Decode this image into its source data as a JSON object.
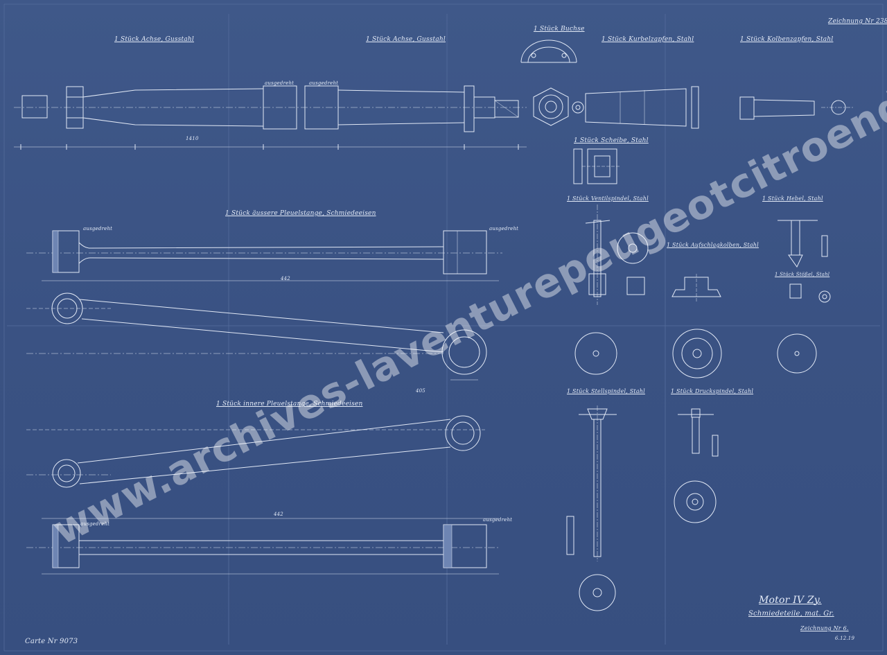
{
  "sheet": {
    "sheet_number": "Zeichnung Nr 238",
    "archive_number": "Carte Nr 9073",
    "title_line1": "Motor IV Zy.",
    "title_line2": "Schmiedeteile, mat. Gr.",
    "title_line3": "Zeichnung Nr 6.",
    "date": "6.12.19"
  },
  "parts": {
    "axle_a": "1 Stück Achse, Gusstahl",
    "axle_b": "1 Stück Achse, Gusstahl",
    "bush": "1 Stück Buchse",
    "crank_pin": "1 Stück Kurbelzapfen, Stahl",
    "piston_pin": "1 Stück Kolbenzapfen, Stahl",
    "washer": "1 Stück Scheibe, Stahl",
    "outer_rod": "1 Stück äussere Pleuelstange, Schmiedeeisen",
    "inner_rod": "1 Stück innere Pleuelstange, Schmiedeeisen",
    "valve_spindle": "1 Stück Ventilspindel, Stahl",
    "impact_piston": "1 Stück Aufschlagkolben, Stahl",
    "adjusting_spindle": "1 Stück Stellspindel, Stahl",
    "pressure_spindle": "1 Stück Druckspindel, Stahl",
    "small_part_1": "1 Stück Hebel, Stahl",
    "small_part_2": "1 Stück Stößel, Stahl"
  },
  "annotations": {
    "turned": "ausgedreht"
  },
  "dimensions": {
    "axle_total": "1410",
    "outer_rod_length": "442",
    "inner_rod_length": "442",
    "rod_span": "405"
  },
  "watermark": "www.archives-laventurepeugeotcitroends.com",
  "colors": {
    "paper": "#3b5384",
    "ink": "#e4ebf7",
    "watermark": "rgba(255,255,255,0.42)"
  }
}
